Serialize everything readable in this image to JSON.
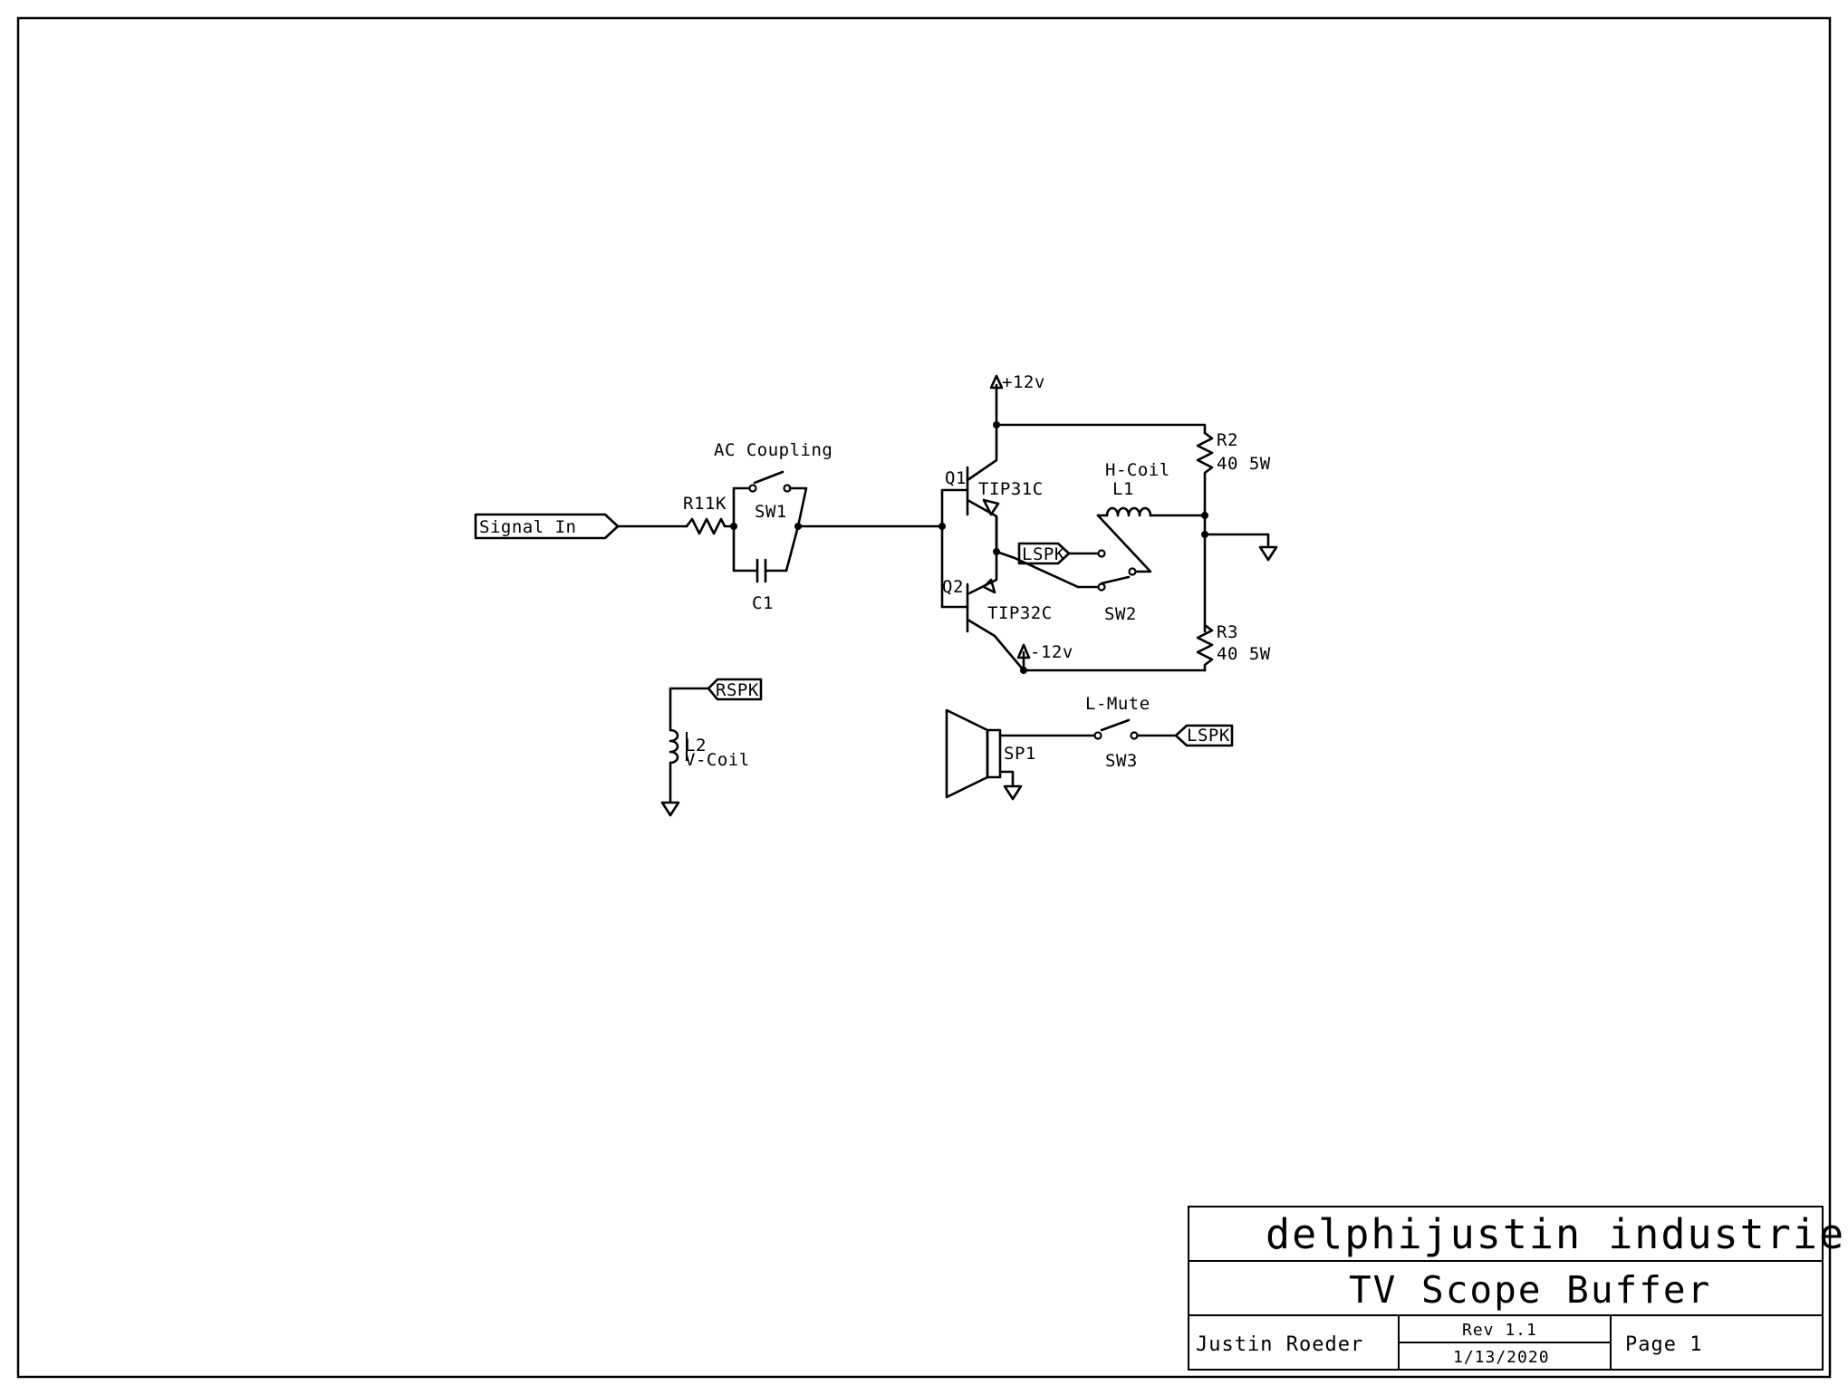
{
  "signal_in": "Signal In",
  "r1": {
    "ref": "R1",
    "value": "1K"
  },
  "sw1": {
    "group": "AC Coupling",
    "ref": "SW1"
  },
  "c1": {
    "ref": "C1"
  },
  "q1": {
    "ref": "Q1",
    "part": "TIP31C"
  },
  "q2": {
    "ref": "Q2",
    "part": "TIP32C"
  },
  "pos_rail": "+12v",
  "neg_rail": "-12v",
  "l1": {
    "ref": "L1",
    "name": "H-Coil"
  },
  "r2": {
    "ref": "R2",
    "value": "40 5W"
  },
  "r3": {
    "ref": "R3",
    "value": "40 5W"
  },
  "lspk": "LSPK",
  "sw2": {
    "ref": "SW2"
  },
  "rspk": "RSPK",
  "l2": {
    "ref": "L2",
    "name": "V-Coil"
  },
  "sp1": {
    "ref": "SP1"
  },
  "sw3": {
    "name": "L-Mute",
    "ref": "SW3"
  },
  "title_block": {
    "company": "delphijustin industries",
    "title": "TV Scope Buffer",
    "author": "Justin Roeder",
    "revision": "Rev 1.1",
    "date": "1/13/2020",
    "page": "Page 1"
  }
}
